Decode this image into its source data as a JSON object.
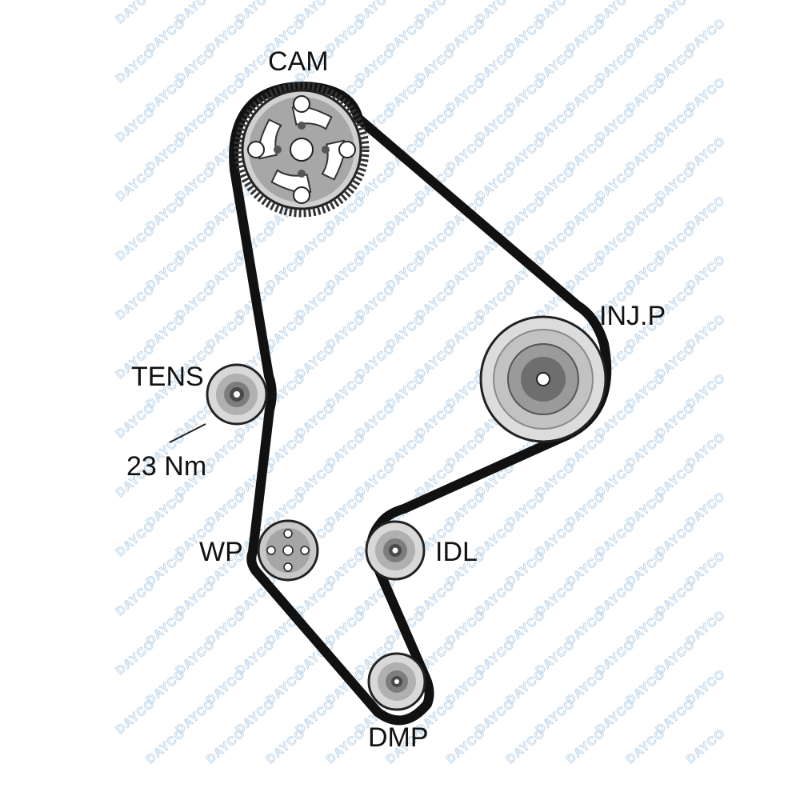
{
  "watermark": {
    "text": "DAYCO",
    "color": "#b9d3e8"
  },
  "labels": {
    "cam": "CAM",
    "inj_p": "INJ.P",
    "tens": "TENS",
    "torque": "23 Nm",
    "wp": "WP",
    "idl": "IDL",
    "dmp": "DMP"
  },
  "colors": {
    "belt": "#111111",
    "pulley_light": "#d4d4d4",
    "pulley_mid": "#a6a6a6",
    "pulley_dark": "#7b7b7b",
    "hub_dark": "#555555"
  }
}
